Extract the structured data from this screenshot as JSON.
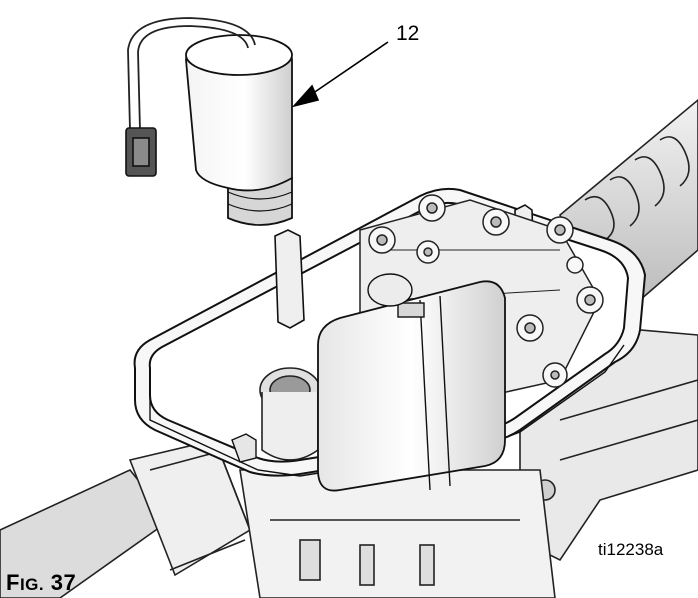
{
  "figure": {
    "callout_number": "12",
    "drawing_id": "ti12238a",
    "caption_initial": "F",
    "caption_rest": "IG.",
    "caption_number": "37"
  }
}
